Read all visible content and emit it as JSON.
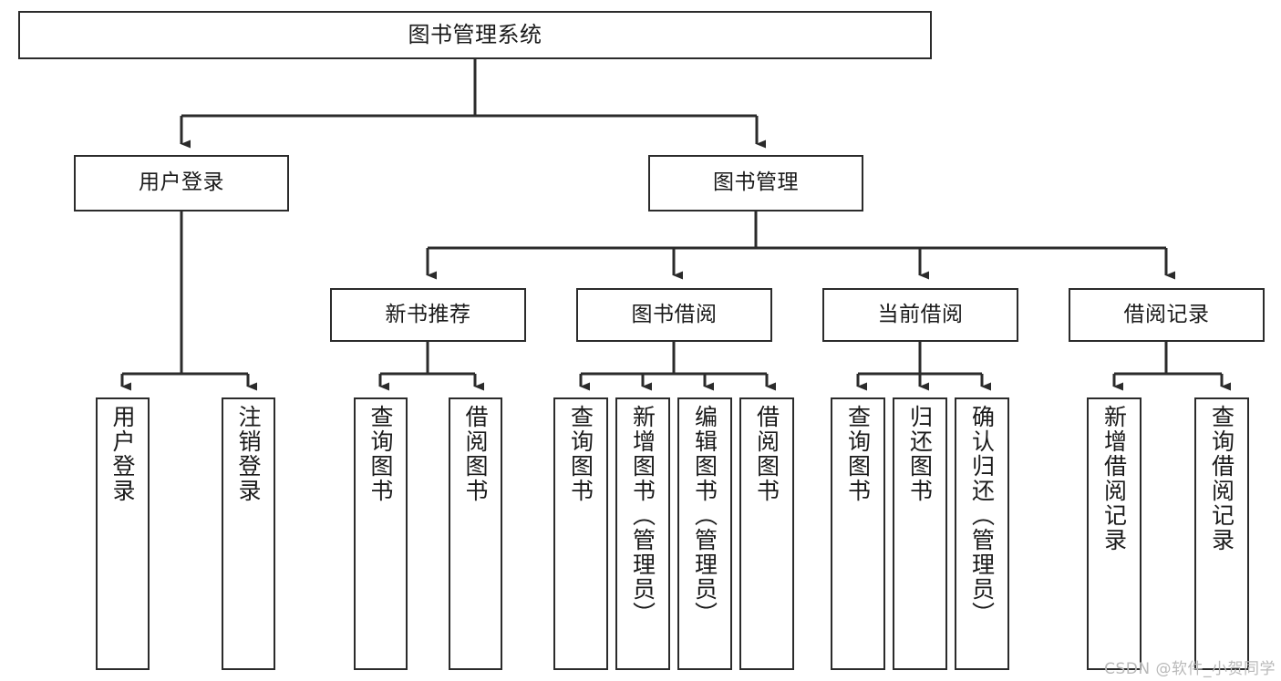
{
  "diagram": {
    "title": "图书管理系统",
    "type": "tree-hierarchy-chart",
    "orientation": "top-down",
    "colors": {
      "background": "#ffffff",
      "node_border": "#2b2b2b",
      "node_fill": "#ffffff",
      "edge": "#2b2b2b",
      "text": "#1a1a1a",
      "watermark": "#b9b9b9"
    },
    "watermark": "CSDN @软件_小贺同学"
  },
  "nodes": {
    "root": {
      "label": "图书管理系统",
      "level": 1
    },
    "level2": [
      {
        "id": "user-login",
        "label": "用户登录"
      },
      {
        "id": "book-management",
        "label": "图书管理"
      }
    ],
    "level3": [
      {
        "id": "new-book-recommend",
        "label": "新书推荐"
      },
      {
        "id": "book-borrow",
        "label": "图书借阅"
      },
      {
        "id": "current-borrow",
        "label": "当前借阅"
      },
      {
        "id": "borrow-record",
        "label": "借阅记录"
      }
    ],
    "leaves": {
      "user-login": [
        {
          "id": "leaf-user-login",
          "label": "用户登录"
        },
        {
          "id": "leaf-logout-login",
          "label": "注销登录"
        }
      ],
      "new-book-recommend": [
        {
          "id": "leaf-query-book-1",
          "label": "查询图书"
        },
        {
          "id": "leaf-borrow-book-1",
          "label": "借阅图书"
        }
      ],
      "book-borrow": [
        {
          "id": "leaf-query-book-2",
          "label": "查询图书"
        },
        {
          "id": "leaf-add-book",
          "label": "新增图书（管理员）"
        },
        {
          "id": "leaf-edit-book",
          "label": "编辑图书（管理员）"
        },
        {
          "id": "leaf-borrow-book-2",
          "label": "借阅图书"
        }
      ],
      "current-borrow": [
        {
          "id": "leaf-query-book-3",
          "label": "查询图书"
        },
        {
          "id": "leaf-return-book",
          "label": "归还图书"
        },
        {
          "id": "leaf-confirm-return",
          "label": "确认归还（管理员）"
        }
      ],
      "borrow-record": [
        {
          "id": "leaf-add-record",
          "label": "新增借阅记录"
        },
        {
          "id": "leaf-query-record",
          "label": "查询借阅记录"
        }
      ]
    }
  }
}
